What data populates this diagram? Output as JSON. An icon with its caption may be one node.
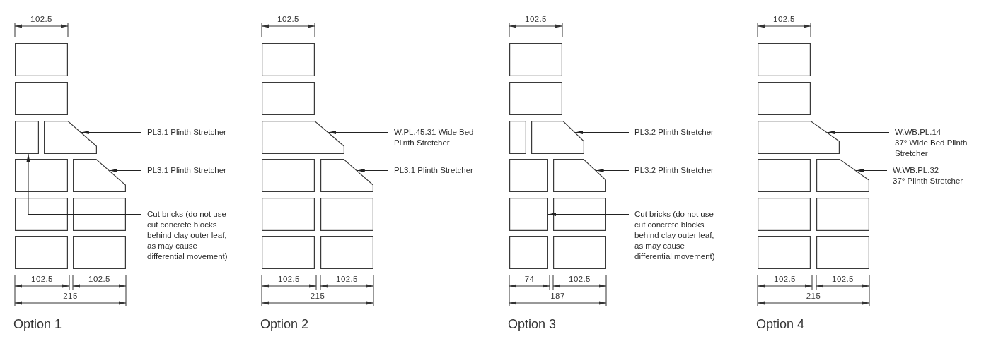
{
  "diagram": {
    "nodes": [
      {
        "text": [],
        "shape": "box"
      },
      {
        "text": [
          "PL3.1 Plinth Stretcher"
        ]
      },
      {
        "text": [],
        "shape": "box"
      },
      {
        "text": [
          "PL3.1 Plinth Stretcher"
        ]
      },
      {
        "text": [],
        "shape": "box"
      },
      {
        "text": [
          "Cut bricks (do not use cut concrete blocks behind clay outer leaf, as may cause differential movement)"
        ]
      },
      {
        "text": [],
        "shape": "box"
      },
      {
        "text": [
          "W.PL.45.31 Wide Bed Plinth Stretcher"
        ]
      },
      {
        "text": [],
        "shape": "box"
      },
      {
        "text": [
          "PL3.1 Plinth Stretcher"
        ]
      },
      {
        "text": [],
        "shape": "box"
      },
      {
        "text": [
          "PL3.2 Plinth Stretcher"
        ]
      },
      {
        "text": [],
        "shape": "box"
      },
      {
        "text": [
          "PL3.2 Plinth Stretcher"
        ]
      },
      {
        "text": [],
        "shape": "box"
      },
      {
        "text": [
          "Cut bricks (do not use cut concrete blocks behind clay outer leaf, as may cause differential movement)"
        ]
      },
      {
        "text": [],
        "shape": "box"
      },
      {
        "text": [
          "W.WB.PL.14",
          "37° Wide Bed Plinth Stretcher"
        ]
      },
      {
        "text": [],
        "shape": "box"
      },
      {
        "text": [
          "W.WB.PL.32",
          "37° Plinth Stretcher"
        ]
      }
    ],
    "edges": [
      {
        "from": 1,
        "to": 0,
        "arrow": "to"
      },
      {
        "from": 3,
        "to": 2,
        "arrow": "to"
      },
      {
        "from": 5,
        "to": 4,
        "arrow": "to"
      },
      {
        "from": 7,
        "to": 6,
        "arrow": "to"
      },
      {
        "from": 9,
        "to": 8,
        "arrow": "to"
      },
      {
        "from": 11,
        "to": 10,
        "arrow": "to"
      },
      {
        "from": 13,
        "to": 12,
        "arrow": "to"
      },
      {
        "from": 15,
        "to": 14,
        "arrow": "to"
      },
      {
        "from": 17,
        "to": 16,
        "arrow": "to"
      },
      {
        "from": 19,
        "to": 18,
        "arrow": "to"
      }
    ],
    "labels": [
      "102.5",
      "102.5",
      "102.5",
      "215",
      "Option 1",
      "102.5",
      "102.5",
      "102.5",
      "215",
      "Option 2",
      "102.5",
      "74",
      "102.5",
      "187",
      "Option 3",
      "102.5",
      "102.5",
      "102.5",
      "215",
      "Option 4"
    ]
  }
}
